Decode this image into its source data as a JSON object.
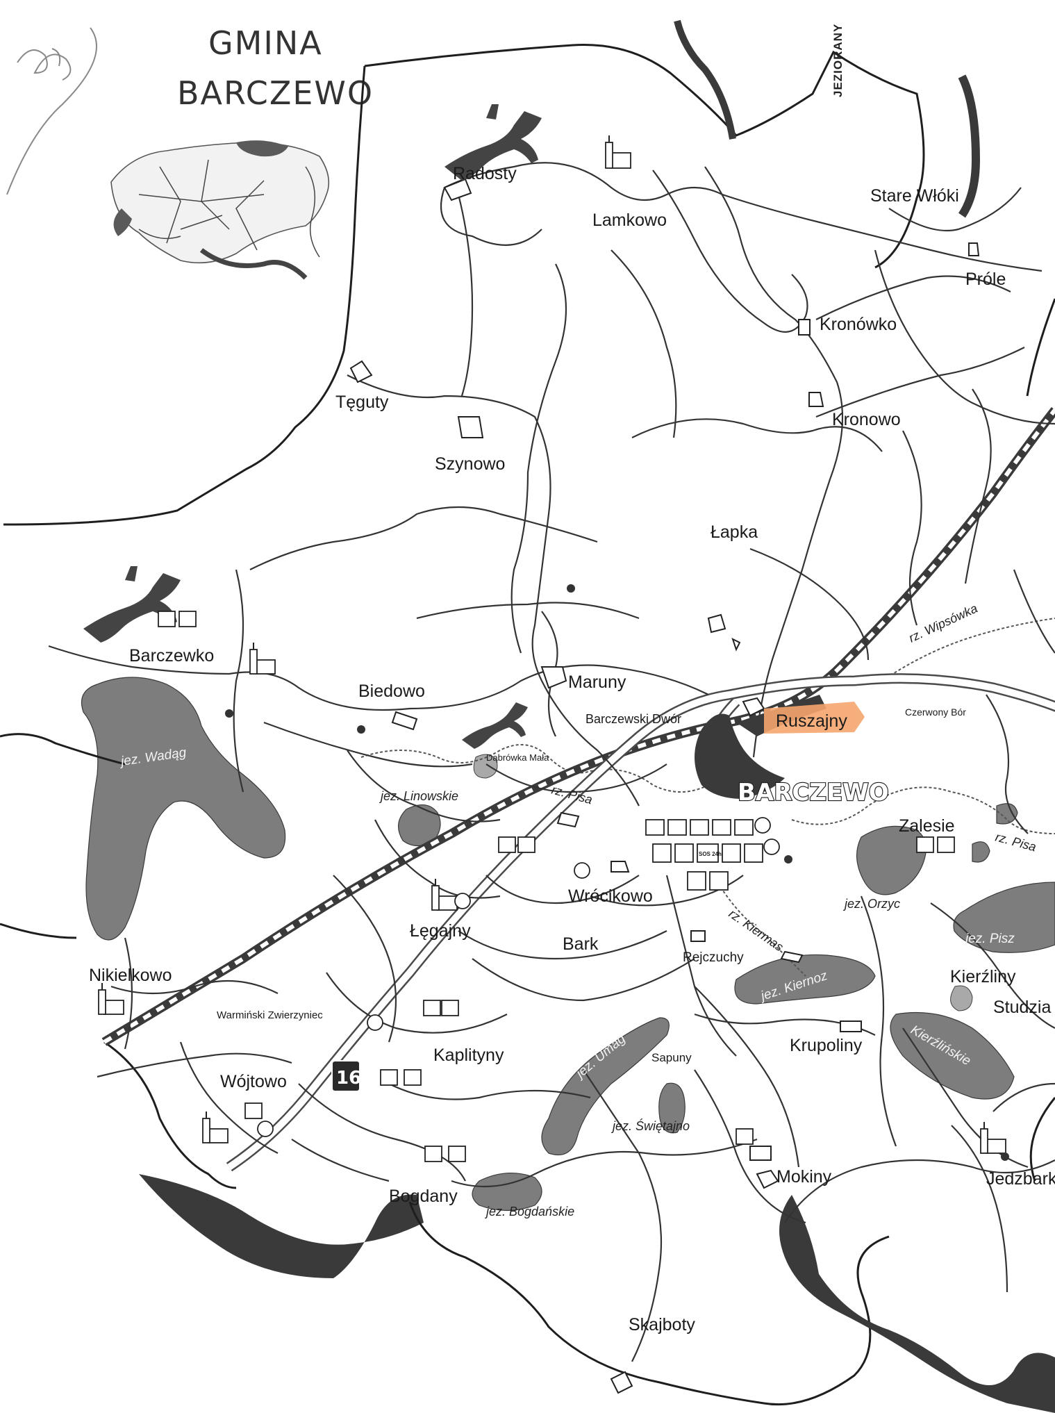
{
  "title": {
    "line1": "GMINA",
    "line2": "BARCZEWO"
  },
  "town": "BARCZEWO",
  "road_number": "16",
  "road_label": "JEZIORANY",
  "villages": {
    "radosty": "Radosty",
    "lamkowo": "Lamkowo",
    "stare_wloki": "Stare Włóki",
    "prole": "Próle",
    "kronowko": "Kronówko",
    "kronowo": "Kronowo",
    "teguty": "Tęguty",
    "szynowo": "Szynowo",
    "lapka": "Łapka",
    "barczewko": "Barczewko",
    "biedowo": "Biedowo",
    "maruny": "Maruny",
    "barczewski_dwor": "Barczewski Dwór",
    "ruszajny": "Ruszajny",
    "czerwony_bor": "Czerwony Bór",
    "dabrowka_mala": "Dąbrówka Mała",
    "zalesie": "Zalesie",
    "wrocikowo": "Wrócikowo",
    "legajny": "Łęgajny",
    "bark": "Bark",
    "rejczuchy": "Rejczuchy",
    "nikielkowo": "Nikielkowo",
    "kierzliny": "Kierźliny",
    "studzianka": "Studzia",
    "warminski_zwierzyniec": "Warmiński Zwierzyniec",
    "kaplityny": "Kaplityny",
    "krupoliny": "Krupoliny",
    "sapuny": "Sapuny",
    "wojtowo": "Wójtowo",
    "mokiny": "Mokiny",
    "bogdany": "Bogdany",
    "jedzbark": "Jedzbark",
    "skajboty": "Skajboty"
  },
  "water": {
    "wadag": "jez. Wadąg",
    "linowskie": "jez. Linowskie",
    "orzyc": "jez. Orzyc",
    "kiernoz": "jez. Kiernoz",
    "umag": "jez. Umag",
    "swietajno": "jez. Świętajno",
    "bogdanskie": "jez. Bogdańskie",
    "pisz": "jez. Pisz",
    "kierzlinskie": "Kierźlińskie",
    "wipsowka": "rz. Wipsówka",
    "pisa1": "rz. Pisa",
    "pisa2": "rz. Pisa",
    "kiermas": "rz. Kiermas"
  },
  "icon_text": {
    "sos": "SOS 24h"
  },
  "colors": {
    "highlight": "#f5a66e",
    "lake": "#7d7d7d",
    "ink": "#1e1e1e"
  },
  "icons": [
    "church-icon",
    "horse-rider-icon",
    "sun-icon",
    "bus-stop-icon",
    "hotel-icon",
    "restaurant-icon",
    "shop-icon",
    "post-icon",
    "sos-icon"
  ]
}
